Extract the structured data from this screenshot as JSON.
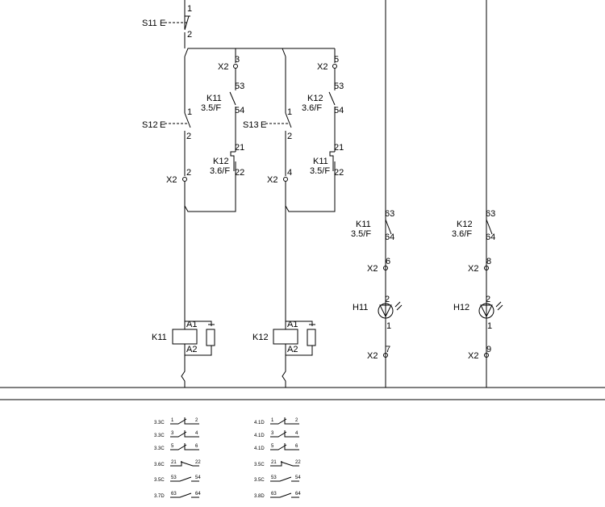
{
  "devices": {
    "s11": {
      "tag": "S11",
      "actuator": "E",
      "t_in": "1",
      "t_out": "2"
    },
    "s12": {
      "tag": "S12",
      "actuator": "E",
      "t_in": "1",
      "t_out": "2"
    },
    "s13": {
      "tag": "S13",
      "actuator": "E",
      "t_in": "1",
      "t_out": "2"
    },
    "k11_no_1": {
      "tag": "K11",
      "ref": "3.5/F",
      "t_in": "53",
      "t_out": "54"
    },
    "k12_no_1": {
      "tag": "K12",
      "ref": "3.6/F",
      "t_in": "53",
      "t_out": "54"
    },
    "k12_nc": {
      "tag": "K12",
      "ref": "3.6/F",
      "t_in": "21",
      "t_out": "22"
    },
    "k11_nc": {
      "tag": "K11",
      "ref": "3.5/F",
      "t_in": "21",
      "t_out": "22"
    },
    "k11_no_2": {
      "tag": "K11",
      "ref": "3.5/F",
      "t_in": "63",
      "t_out": "64"
    },
    "k12_no_2": {
      "tag": "K12",
      "ref": "3.6/F",
      "t_in": "63",
      "t_out": "64"
    },
    "k11_coil": {
      "tag": "K11",
      "a1": "A1",
      "a2": "A2"
    },
    "k12_coil": {
      "tag": "K12",
      "a1": "A1",
      "a2": "A2"
    },
    "h11": {
      "tag": "H11",
      "t1": "2",
      "t2": "1"
    },
    "h12": {
      "tag": "H12",
      "t1": "2",
      "t2": "1"
    }
  },
  "terminals": {
    "strip": "X2",
    "t3": "3",
    "t5": "5",
    "t2": "2",
    "t4": "4",
    "t6": "6",
    "t7": "7",
    "t8": "8",
    "t9": "9"
  },
  "contact_tables": {
    "k11": [
      {
        "ref": "3.3C",
        "a": "1",
        "b": "2"
      },
      {
        "ref": "3.3C",
        "a": "3",
        "b": "4"
      },
      {
        "ref": "3.3C",
        "a": "5",
        "b": "6"
      },
      {
        "ref": "3.6C",
        "a": "21",
        "b": "22"
      },
      {
        "ref": "3.5C",
        "a": "53",
        "b": "54"
      },
      {
        "ref": "3.7D",
        "a": "63",
        "b": "64"
      }
    ],
    "k12": [
      {
        "ref": "4.1D",
        "a": "1",
        "b": "2"
      },
      {
        "ref": "4.1D",
        "a": "3",
        "b": "4"
      },
      {
        "ref": "4.1D",
        "a": "5",
        "b": "6"
      },
      {
        "ref": "3.5C",
        "a": "21",
        "b": "22"
      },
      {
        "ref": "3.5C",
        "a": "53",
        "b": "54"
      },
      {
        "ref": "3.8D",
        "a": "63",
        "b": "64"
      }
    ]
  }
}
